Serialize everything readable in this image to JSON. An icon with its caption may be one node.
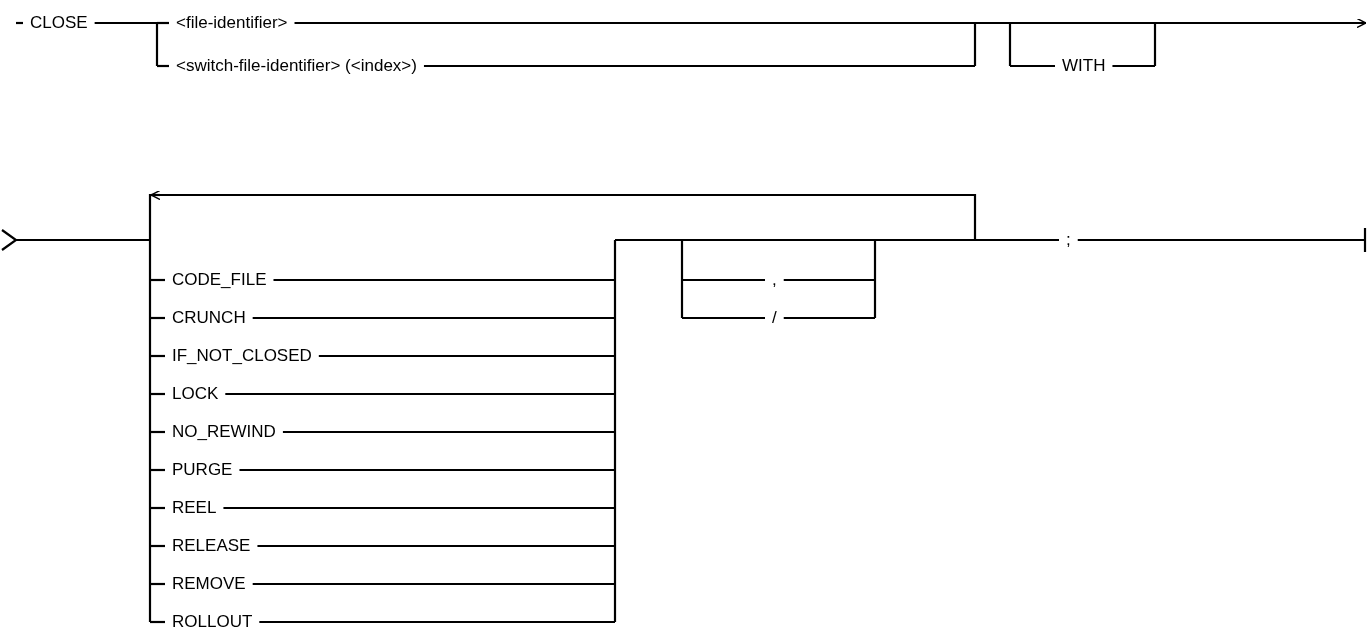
{
  "diagram": {
    "labels": [
      "CLOSE",
      "<file-identifier>",
      "<switch-file-identifier> (<index>)",
      "WITH",
      ";",
      "CODE_FILE",
      ",",
      "CRUNCH",
      "/",
      "IF_NOT_CLOSED",
      "LOCK",
      "NO_REWIND",
      "PURGE",
      "REEL",
      "RELEASE",
      "REMOVE",
      "ROLLOUT"
    ]
  }
}
